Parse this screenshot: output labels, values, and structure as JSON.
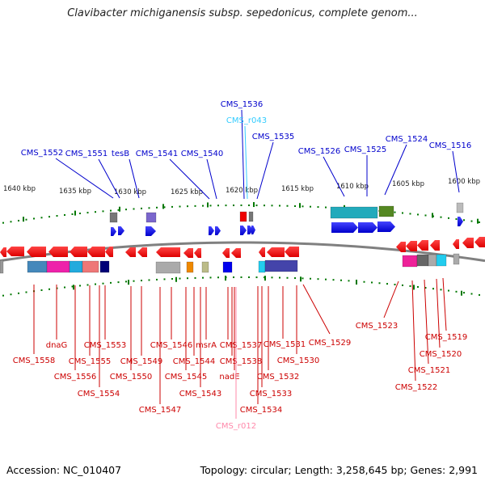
{
  "title": "Clavibacter michiganensis subsp. sepedonicus, complete genom...",
  "accession": "Accession: NC_010407",
  "topology": "Topology: circular; Length: 3,258,645 bp; Genes: 2,991",
  "colors": {
    "forward_label": "#0000cc",
    "reverse_label": "#cc0000",
    "rna_forward": "#33ccff",
    "rna_reverse": "#ff88aa",
    "forward_gene": "#0000ee",
    "reverse_gene": "#ee0000",
    "backbone": "#808080",
    "tick": "#007700"
  },
  "kbp_ticks": [
    {
      "label": "1640 kbp"
    },
    {
      "label": "1635 kbp"
    },
    {
      "label": "1630 kbp"
    },
    {
      "label": "1625 kbp"
    },
    {
      "label": "1620 kbp"
    },
    {
      "label": "1615 kbp"
    },
    {
      "label": "1610 kbp"
    },
    {
      "label": "1605 kbp"
    },
    {
      "label": "1600 kbp"
    }
  ],
  "forward_labels": [
    {
      "text": "CMS_1552"
    },
    {
      "text": "CMS_1551"
    },
    {
      "text": "tesB"
    },
    {
      "text": "CMS_1541"
    },
    {
      "text": "CMS_1540"
    },
    {
      "text": "CMS_1536"
    },
    {
      "text": "CMS_r043"
    },
    {
      "text": "CMS_1535"
    },
    {
      "text": "CMS_1526"
    },
    {
      "text": "CMS_1525"
    },
    {
      "text": "CMS_1524"
    },
    {
      "text": "CMS_1516"
    }
  ],
  "reverse_labels": [
    {
      "text": "CMS_1558"
    },
    {
      "text": "dnaG"
    },
    {
      "text": "CMS_1556"
    },
    {
      "text": "CMS_1555"
    },
    {
      "text": "CMS_1554"
    },
    {
      "text": "CMS_1553"
    },
    {
      "text": "CMS_1550"
    },
    {
      "text": "CMS_1549"
    },
    {
      "text": "CMS_1547"
    },
    {
      "text": "CMS_1546"
    },
    {
      "text": "CMS_1545"
    },
    {
      "text": "CMS_1544"
    },
    {
      "text": "CMS_1543"
    },
    {
      "text": "msrA"
    },
    {
      "text": "CMS_1537"
    },
    {
      "text": "CMS_1538"
    },
    {
      "text": "nadE"
    },
    {
      "text": "CMS_r012"
    },
    {
      "text": "CMS_1534"
    },
    {
      "text": "CMS_1533"
    },
    {
      "text": "CMS_1532"
    },
    {
      "text": "CMS_1531"
    },
    {
      "text": "CMS_1530"
    },
    {
      "text": "CMS_1529"
    },
    {
      "text": "CMS_1523"
    },
    {
      "text": "CMS_1522"
    },
    {
      "text": "CMS_1521"
    },
    {
      "text": "CMS_1520"
    },
    {
      "text": "CMS_1519"
    }
  ]
}
